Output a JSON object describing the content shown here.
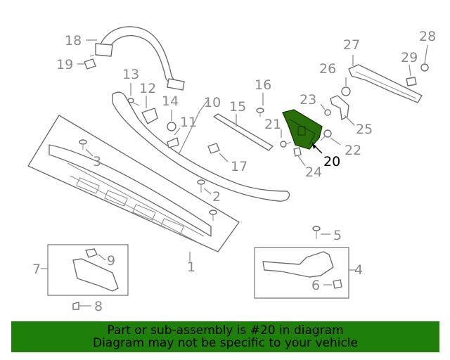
{
  "diagram": {
    "callouts": [
      "1",
      "2",
      "3",
      "4",
      "5",
      "6",
      "7",
      "8",
      "9",
      "10",
      "11",
      "12",
      "13",
      "14",
      "15",
      "16",
      "17",
      "18",
      "19",
      "20",
      "21",
      "22",
      "23",
      "24",
      "25",
      "26",
      "27",
      "28",
      "29"
    ],
    "highlighted_part": "20",
    "highlight_color": "#2a6e0a"
  },
  "banner": {
    "line1": "Part or sub-assembly is #20 in diagram",
    "line2": "Diagram may not be specific to your vehicle",
    "background": "#1e7f0a"
  }
}
